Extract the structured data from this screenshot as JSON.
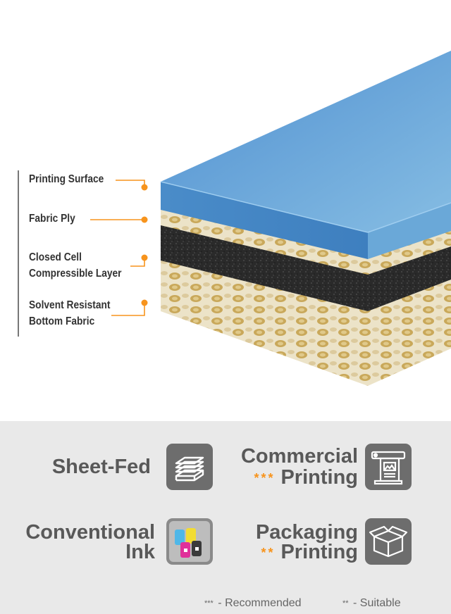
{
  "layers": [
    {
      "line1": "Printing Surface",
      "line2": ""
    },
    {
      "line1": "Fabric Ply",
      "line2": ""
    },
    {
      "line1": "Closed Cell",
      "line2": "Compressible Layer"
    },
    {
      "line1": "Solvent Resistant",
      "line2": "Bottom Fabric"
    }
  ],
  "applications": {
    "sheet_fed": {
      "label": "Sheet-Fed",
      "icon": "stacked-sheets-icon"
    },
    "commercial": {
      "line1": "Commercial",
      "stars": "***",
      "line2": "Printing",
      "icon": "printer-icon"
    },
    "conventional": {
      "line1": "Conventional",
      "line2": "Ink",
      "icon": "ink-bottles-icon"
    },
    "packaging": {
      "line1": "Packaging",
      "stars": "**",
      "line2": "Printing",
      "icon": "box-icon"
    }
  },
  "legend": {
    "recommended_mark": "***",
    "recommended_text": "- Recommended",
    "suitable_mark": "**",
    "suitable_text": "- Suitable"
  },
  "colors": {
    "printing_surface": "#5b9fd4",
    "foam": "#2c2c2c",
    "fabric": "#e5d8b4",
    "callout": "#f7941d",
    "panel": "#e9e9e9",
    "icon_bg": "#6d6d6d"
  }
}
